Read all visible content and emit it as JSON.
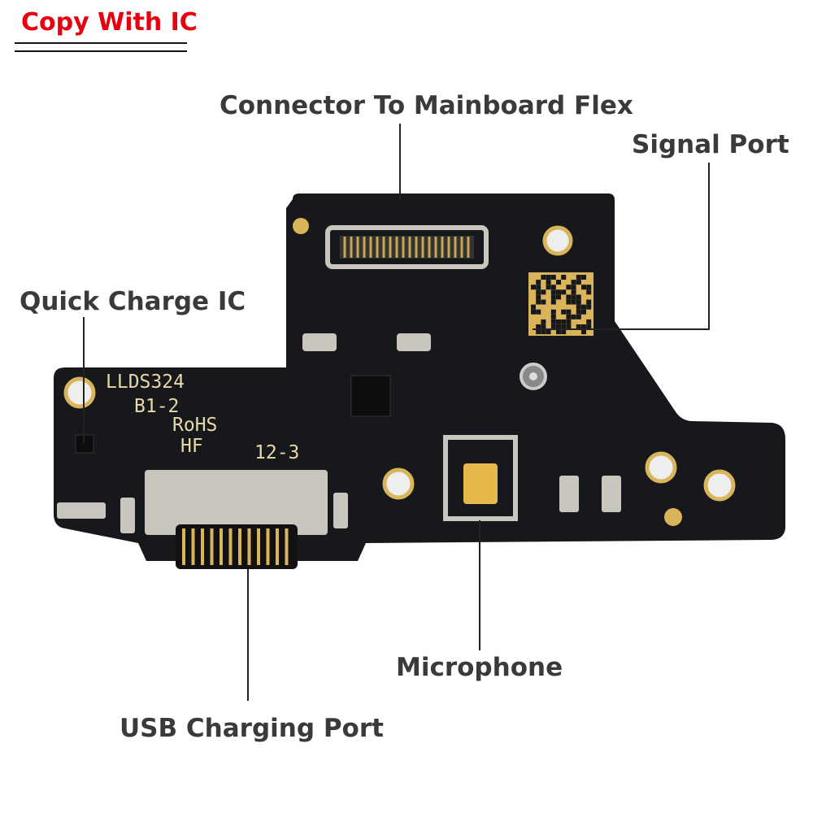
{
  "badge": {
    "text": "Copy With IC",
    "color": "#e8000f"
  },
  "labels": {
    "connector": "Connector To Mainboard Flex",
    "signal_port": "Signal Port",
    "quick_charge_ic": "Quick Charge IC",
    "microphone": "Microphone",
    "usb_port": "USB Charging Port"
  },
  "silkscreen": {
    "model": "LLDS324",
    "rev": "B1-2",
    "rohs": "RoHS",
    "hf": "HF",
    "date": "12-3"
  },
  "colors": {
    "pcb": "#16181b",
    "label": "#3a3a3a",
    "gold": "#d9b45a",
    "metal": "#c9c6bd"
  }
}
